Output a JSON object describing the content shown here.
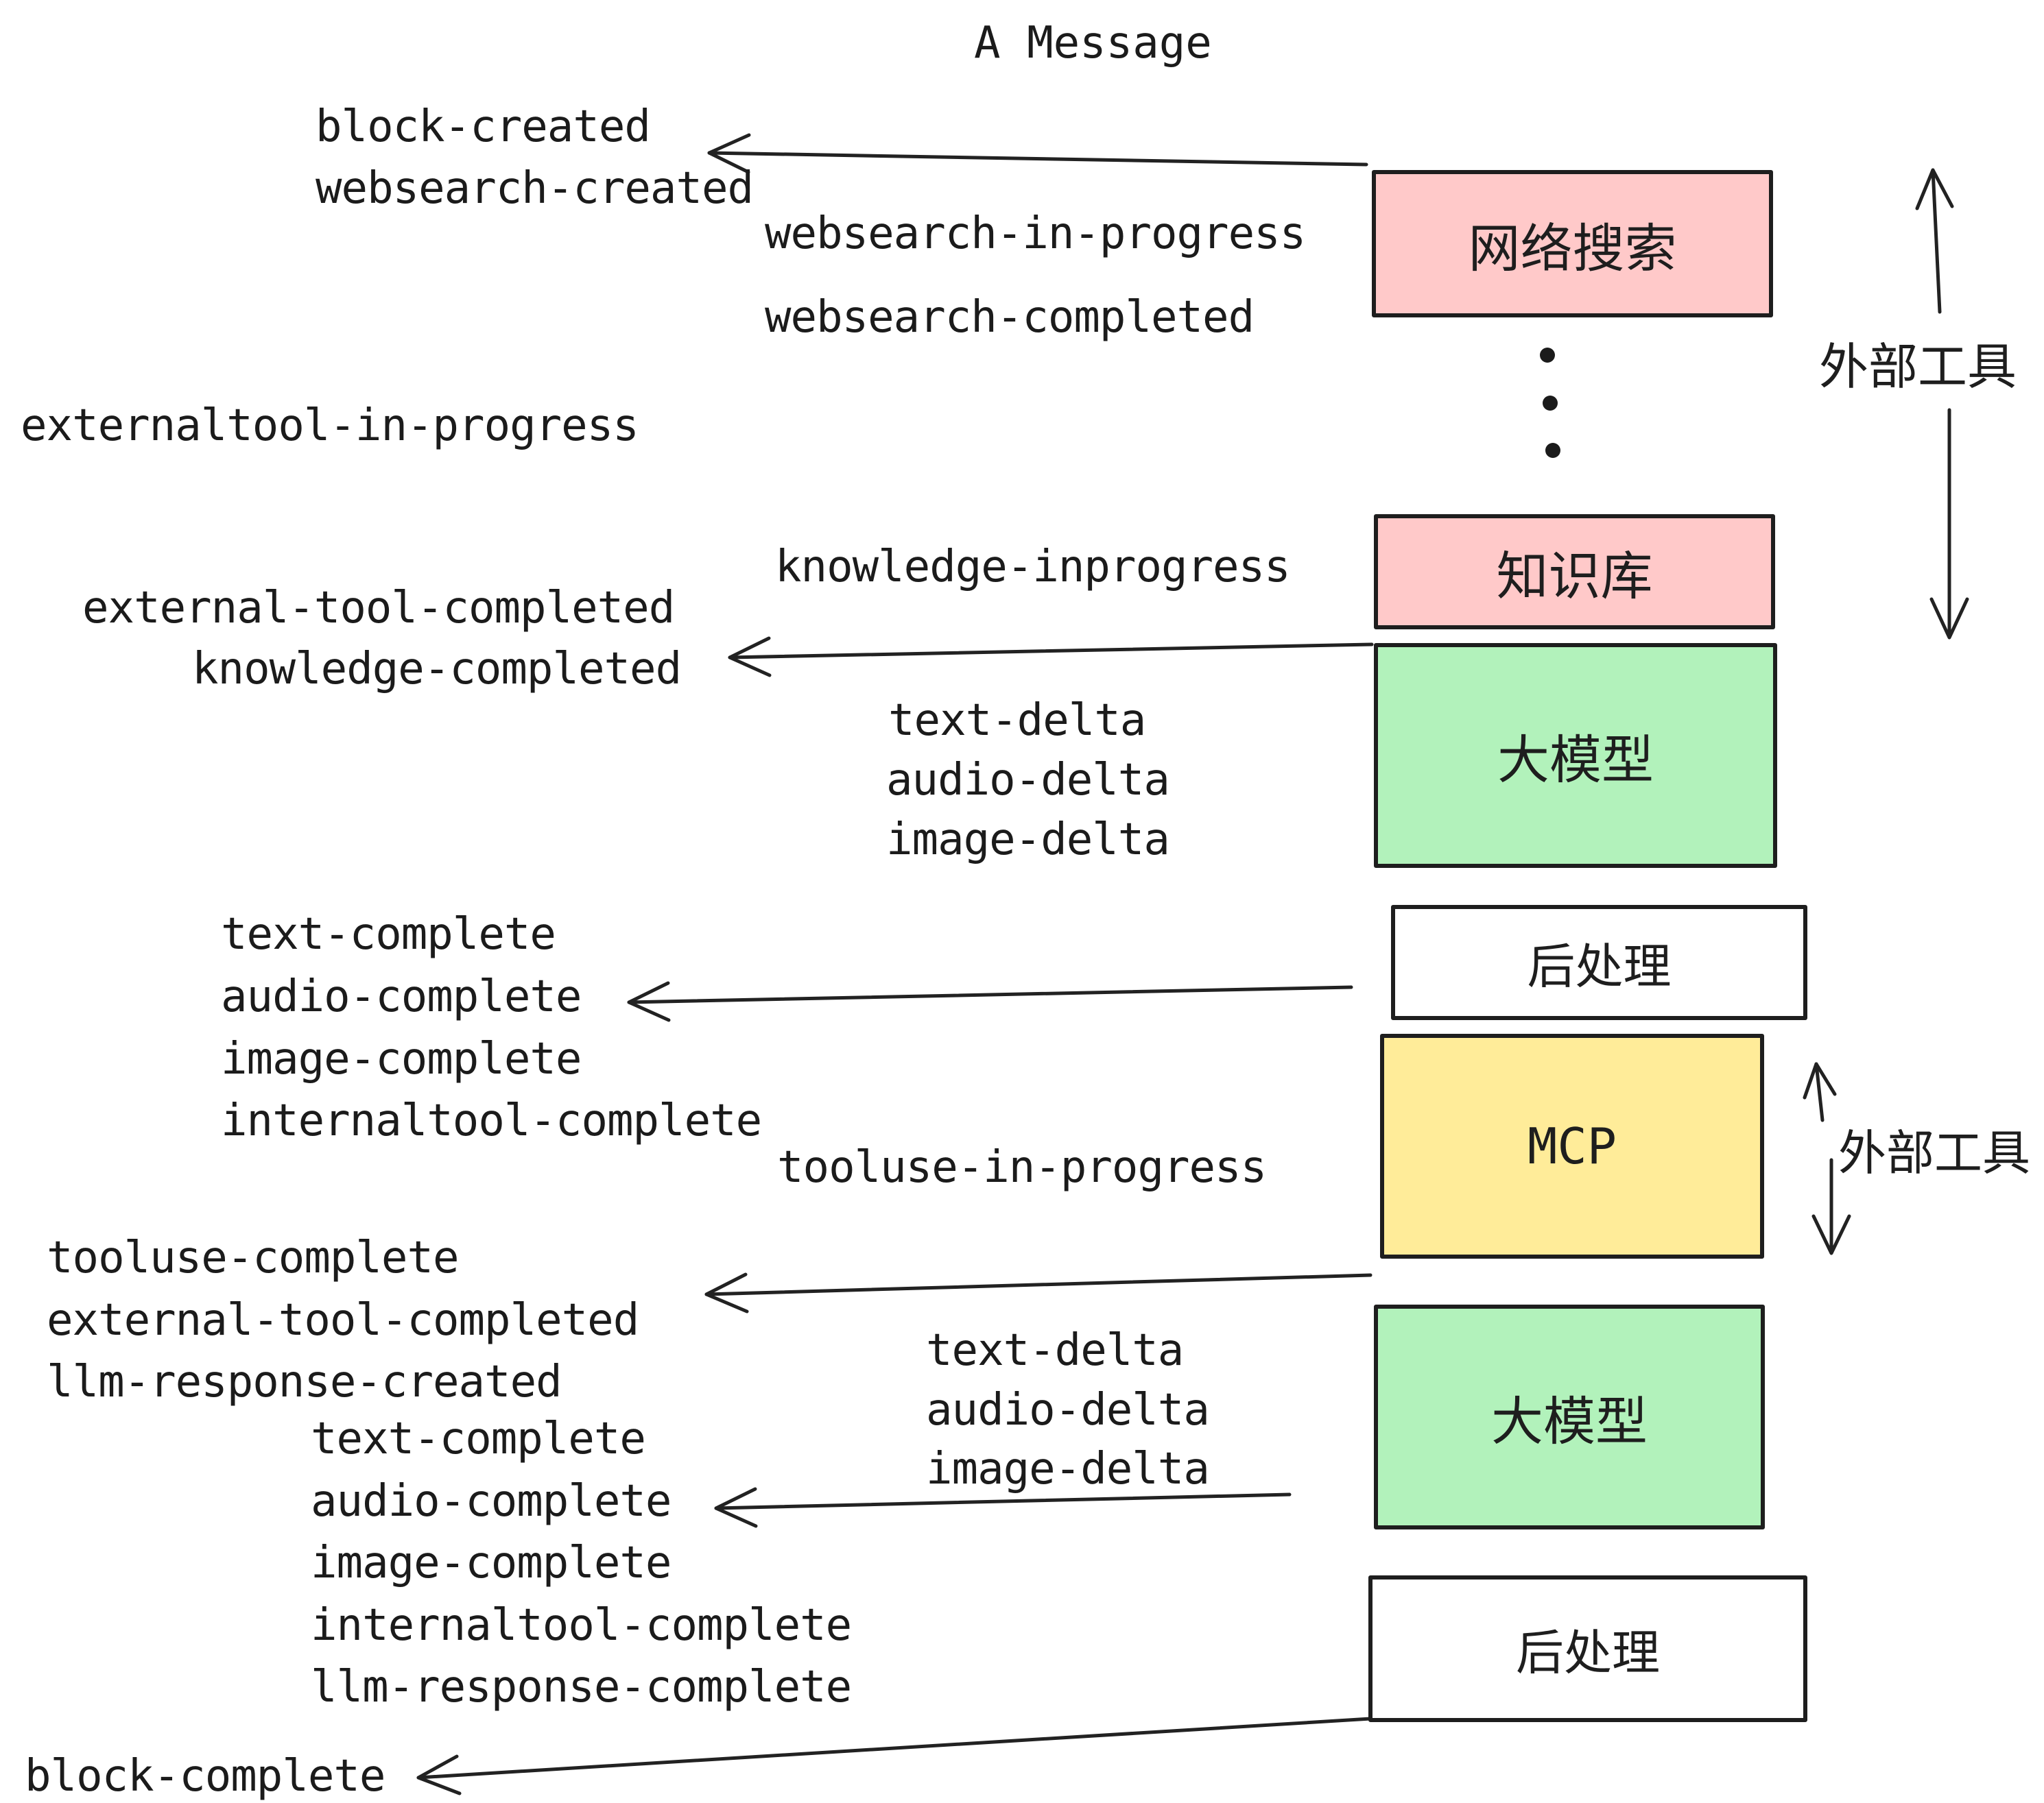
{
  "title": "A Message",
  "colors": {
    "pink": "#ffc9c9",
    "green": "#b2f2bb",
    "yellow": "#ffec99",
    "white": "#ffffff",
    "ink": "#1e1e1e"
  },
  "boxes": {
    "websearch": {
      "label": "网络搜索",
      "color": "#ffc9c9"
    },
    "knowledge": {
      "label": "知识库",
      "color": "#ffc9c9"
    },
    "llm_top": {
      "label": "大模型",
      "color": "#b2f2bb"
    },
    "postprocess_top": {
      "label": "后处理",
      "color": "#ffffff"
    },
    "mcp": {
      "label": "MCP",
      "color": "#ffec99"
    },
    "llm_bottom": {
      "label": "大模型",
      "color": "#b2f2bb"
    },
    "postprocess_bottom": {
      "label": "后处理",
      "color": "#ffffff"
    }
  },
  "side_labels": {
    "external_tools_top": "外部工具",
    "external_tools_mid": "外部工具"
  },
  "events": {
    "block_created": "block-created",
    "websearch_created": "websearch-created",
    "websearch_in_progress": "websearch-in-progress",
    "websearch_completed": "websearch-completed",
    "externaltool_in_progress": "externaltool-in-progress",
    "knowledge_inprogress": "knowledge-inprogress",
    "external_tool_completed": "external-tool-completed",
    "knowledge_completed": "knowledge-completed",
    "text_delta": "text-delta",
    "audio_delta": "audio-delta",
    "image_delta": "image-delta",
    "text_complete": "text-complete",
    "audio_complete": "audio-complete",
    "image_complete": "image-complete",
    "internaltool_complete": "internaltool-complete",
    "tooluse_in_progress": "tooluse-in-progress",
    "tooluse_complete": "tooluse-complete",
    "llm_response_created": "llm-response-created",
    "llm_response_complete": "llm-response-complete",
    "block_complete": "block-complete"
  }
}
